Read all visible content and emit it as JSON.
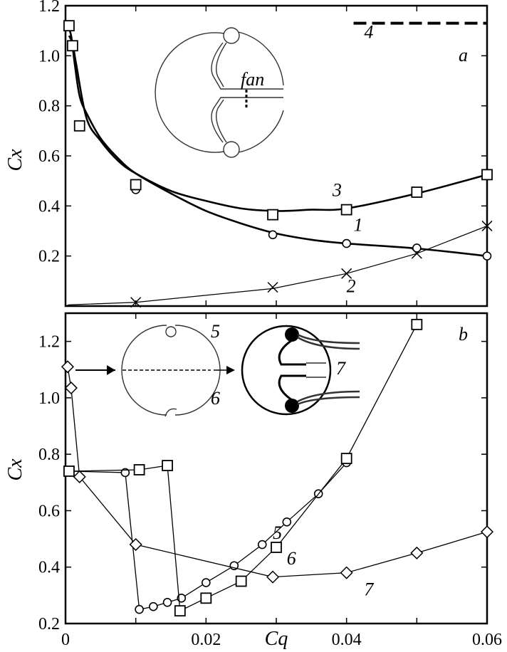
{
  "chart_data": [
    {
      "type": "line",
      "panel_label": "a",
      "xlabel": "",
      "ylabel": "Cx",
      "xlim": [
        0,
        0.06
      ],
      "ylim": [
        0,
        1.2
      ],
      "yticks": [
        "0.2",
        "0.4",
        "0.6",
        "0.8",
        "1.0",
        "1.2"
      ],
      "inset_text": "fan",
      "series": [
        {
          "name": "1",
          "style": "curve",
          "marker": "circle",
          "points": [
            [
              0.0003,
              1.12
            ],
            [
              0.0008,
              1.08
            ],
            [
              0.0013,
              0.97
            ],
            [
              0.002,
              0.84
            ],
            [
              0.003,
              0.77
            ],
            [
              0.005,
              0.67
            ],
            [
              0.0075,
              0.59
            ],
            [
              0.01,
              0.53
            ],
            [
              0.015,
              0.45
            ],
            [
              0.02,
              0.38
            ],
            [
              0.025,
              0.33
            ],
            [
              0.03,
              0.29
            ],
            [
              0.035,
              0.265
            ],
            [
              0.04,
              0.25
            ],
            [
              0.05,
              0.23
            ],
            [
              0.06,
              0.2
            ]
          ],
          "markers": [
            [
              0.0005,
              1.12
            ],
            [
              0.01,
              0.465
            ],
            [
              0.0295,
              0.285
            ],
            [
              0.04,
              0.25
            ],
            [
              0.05,
              0.232
            ],
            [
              0.06,
              0.2
            ]
          ]
        },
        {
          "name": "2",
          "style": "line",
          "marker": "x",
          "points": [
            [
              0,
              0
            ],
            [
              0.0005,
              0.005
            ],
            [
              0.01,
              0.015
            ],
            [
              0.0295,
              0.07
            ],
            [
              0.04,
              0.13
            ],
            [
              0.05,
              0.21
            ],
            [
              0.06,
              0.32
            ]
          ],
          "markers": [
            [
              0.01,
              0.015
            ],
            [
              0.0295,
              0.075
            ],
            [
              0.04,
              0.13
            ],
            [
              0.05,
              0.21
            ],
            [
              0.06,
              0.32
            ]
          ]
        },
        {
          "name": "3",
          "style": "curve",
          "marker": "square",
          "points": [
            [
              0.0005,
              1.08
            ],
            [
              0.001,
              1.05
            ],
            [
              0.0015,
              0.97
            ],
            [
              0.003,
              0.75
            ],
            [
              0.005,
              0.66
            ],
            [
              0.0075,
              0.58
            ],
            [
              0.01,
              0.53
            ],
            [
              0.015,
              0.46
            ],
            [
              0.02,
              0.42
            ],
            [
              0.025,
              0.39
            ],
            [
              0.03,
              0.38
            ],
            [
              0.035,
              0.385
            ],
            [
              0.04,
              0.39
            ],
            [
              0.05,
              0.45
            ],
            [
              0.06,
              0.525
            ]
          ],
          "markers": [
            [
              0.0005,
              1.12
            ],
            [
              0.001,
              1.04
            ],
            [
              0.002,
              0.72
            ],
            [
              0.01,
              0.485
            ],
            [
              0.0295,
              0.365
            ],
            [
              0.04,
              0.385
            ],
            [
              0.05,
              0.455
            ],
            [
              0.06,
              0.525
            ]
          ]
        },
        {
          "name": "4",
          "style": "dashed",
          "marker": "none",
          "points": [
            [
              0.041,
              1.13
            ],
            [
              0.06,
              1.13
            ]
          ],
          "markers": []
        }
      ]
    },
    {
      "type": "line",
      "panel_label": "b",
      "xlabel": "Cq",
      "ylabel": "Cx",
      "xlim": [
        0,
        0.06
      ],
      "ylim": [
        0.2,
        1.3
      ],
      "xticks": [
        "0",
        "0.02",
        "0.04",
        "0.06"
      ],
      "yticks": [
        "0.2",
        "0.4",
        "0.6",
        "0.8",
        "1.0",
        "1.2"
      ],
      "inset_labels": [
        "5",
        "6",
        "7"
      ],
      "series": [
        {
          "name": "5",
          "marker": "circle",
          "points": [
            [
              0.0005,
              0.74
            ],
            [
              0.0085,
              0.735
            ],
            [
              0.0105,
              0.25
            ],
            [
              0.0125,
              0.26
            ],
            [
              0.0145,
              0.275
            ],
            [
              0.0165,
              0.29
            ],
            [
              0.02,
              0.345
            ],
            [
              0.024,
              0.405
            ],
            [
              0.028,
              0.48
            ],
            [
              0.0315,
              0.56
            ],
            [
              0.036,
              0.66
            ],
            [
              0.04,
              0.77
            ]
          ]
        },
        {
          "name": "6",
          "marker": "square",
          "points": [
            [
              0.0005,
              0.74
            ],
            [
              0.0105,
              0.745
            ],
            [
              0.0145,
              0.76
            ],
            [
              0.0163,
              0.245
            ],
            [
              0.02,
              0.29
            ],
            [
              0.025,
              0.35
            ],
            [
              0.03,
              0.47
            ],
            [
              0.04,
              0.785
            ],
            [
              0.05,
              1.26
            ]
          ]
        },
        {
          "name": "7",
          "marker": "diamond",
          "points": [
            [
              0.0003,
              1.11
            ],
            [
              0.0008,
              1.035
            ],
            [
              0.002,
              0.72
            ],
            [
              0.01,
              0.48
            ],
            [
              0.0295,
              0.365
            ],
            [
              0.04,
              0.38
            ],
            [
              0.05,
              0.45
            ],
            [
              0.06,
              0.525
            ]
          ]
        }
      ]
    }
  ]
}
